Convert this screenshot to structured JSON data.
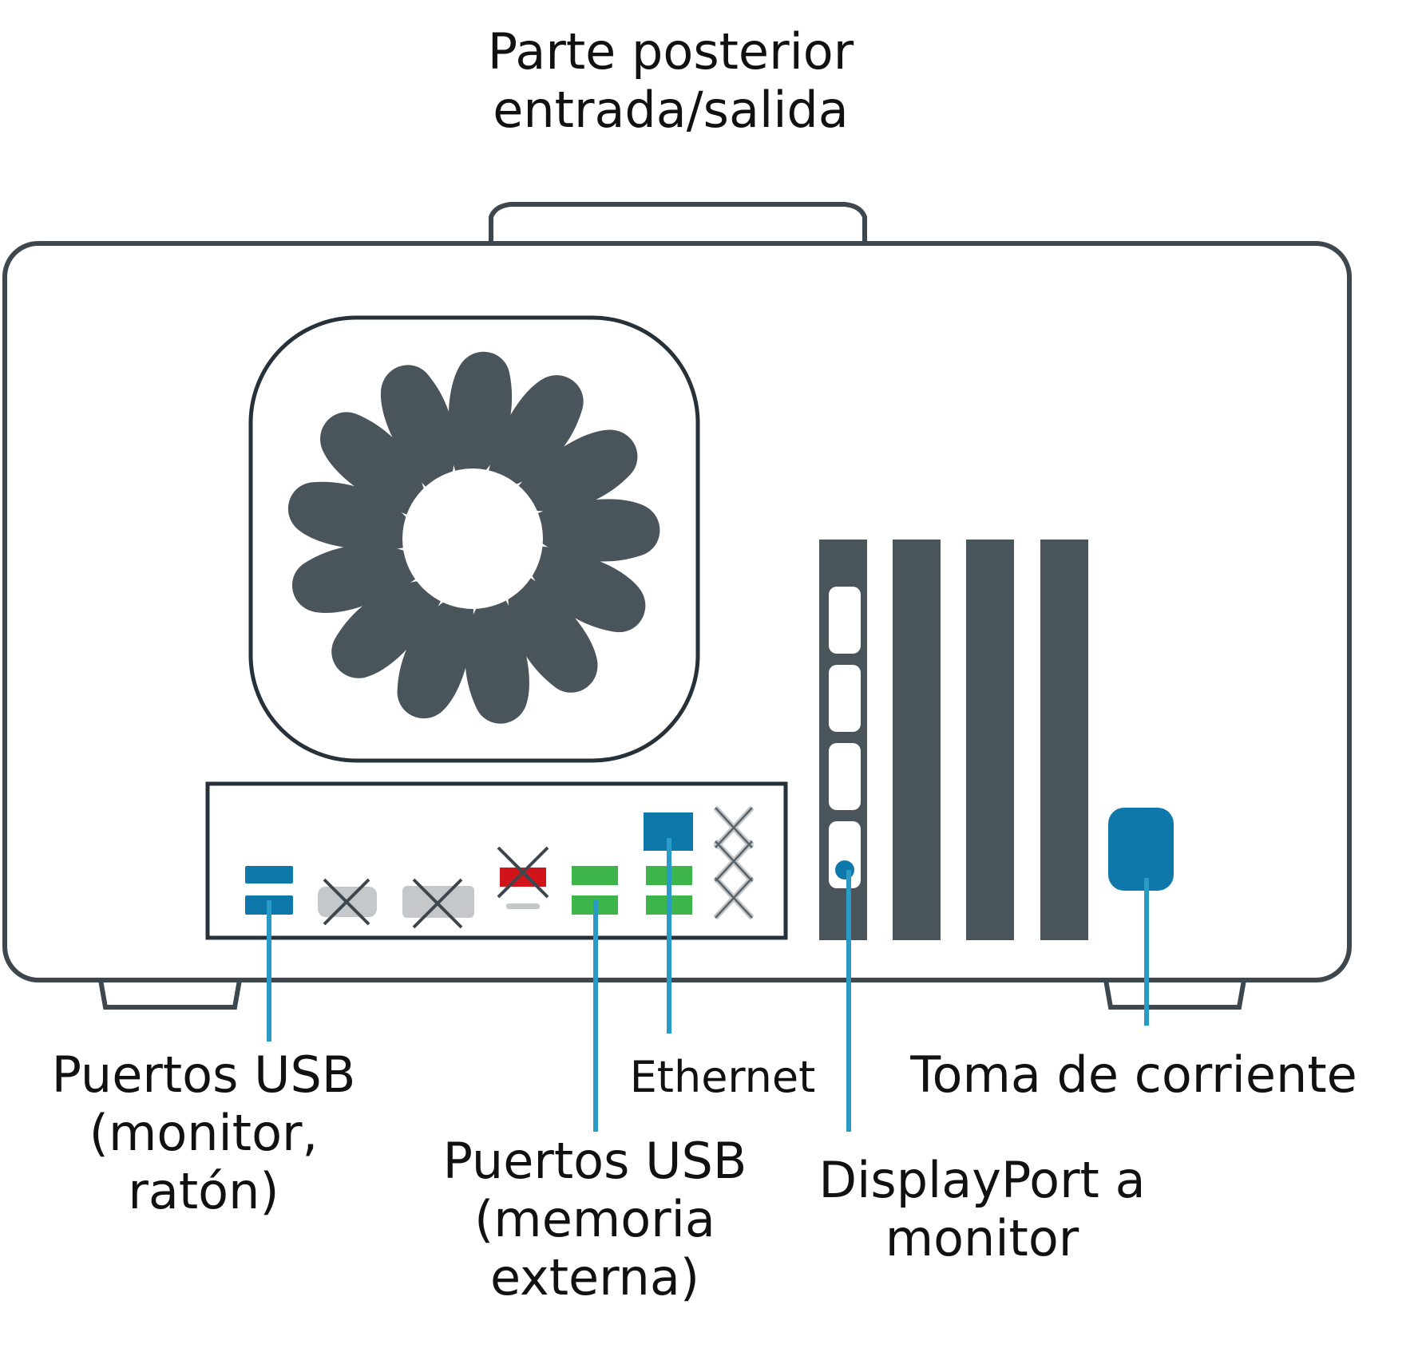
{
  "title": {
    "line1": "Parte posterior",
    "line2": "entrada/salida"
  },
  "labels": {
    "usb_monitor": {
      "line1": "Puertos USB",
      "line2": "(monitor,",
      "line3": "ratón)"
    },
    "usb_storage": {
      "line1": "Puertos USB",
      "line2": "(memoria",
      "line3": "externa)"
    },
    "ethernet": "Ethernet",
    "displayport": {
      "line1": "DisplayPort a",
      "line2": "monitor"
    },
    "power": "Toma de corriente"
  },
  "icons": {
    "chassis": "computer-chassis-outline",
    "fan": "fan-icon",
    "expansion_slots": "pcie-slot-covers",
    "unused_port": "x-mark-icon"
  },
  "colors": {
    "outline": "#3d474d",
    "fan_fill": "#4a545b",
    "callout_blue": "#0f78ab",
    "leader_line": "#2a9ac6",
    "usb_green": "#3db54a",
    "unused_gray": "#c4c8cb",
    "audio_red": "#d0141a"
  }
}
